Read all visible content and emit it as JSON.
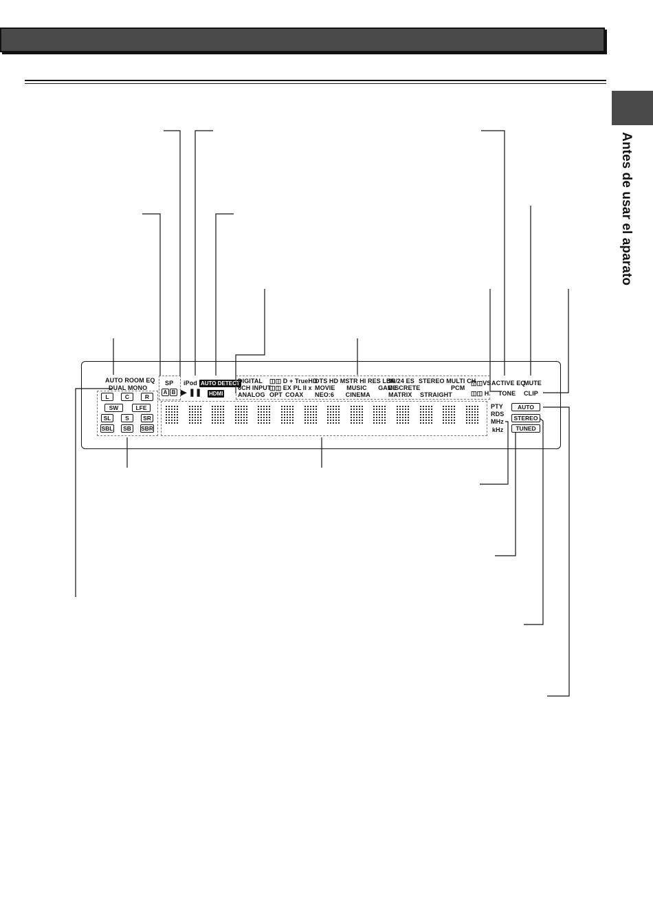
{
  "side_title": "Antes de usar el aparato",
  "display": {
    "room_eq": [
      "AUTO ROOM EQ",
      "DUAL MONO"
    ],
    "speakers": [
      "L",
      "C",
      "R",
      "SW",
      "LFE",
      "SL",
      "S",
      "SR",
      "SBL",
      "SB",
      "SBR"
    ],
    "sp": "SP",
    "sp_a": "A",
    "sp_b": "B",
    "ipod": "iPod",
    "play_pause": "▶ ❚❚",
    "auto_detect": "AUTO DETECT",
    "hdmi": "HDMI",
    "input": [
      "DIGITAL",
      "6CH INPUT",
      "ANALOG",
      "OPT",
      "COAX"
    ],
    "dolby": [
      "◫◫ D + TrueHD",
      "◫◫ EX PL II x"
    ],
    "dts": [
      "DTS HD MSTR HI RES LBR",
      "MOVIE MUSIC GAME",
      "NEO:6 CINEMA"
    ],
    "es": [
      "96/24 ES",
      "DISCRETE",
      "MATRIX"
    ],
    "stereo_multi": [
      "STEREO MULTI CH",
      "PCM",
      "STRAIGHT"
    ],
    "vs": [
      "◫◫VS",
      "◫◫ H"
    ],
    "active_eq": "ACTIVE EQ",
    "tone": "TONE",
    "mute": "MUTE",
    "clip": "CLIP",
    "pty": "PTY",
    "rds": "RDS",
    "mhz": "MHz",
    "khz": "kHz",
    "auto": "AUTO",
    "stereo": "STEREO",
    "tuned": "TUNED"
  }
}
